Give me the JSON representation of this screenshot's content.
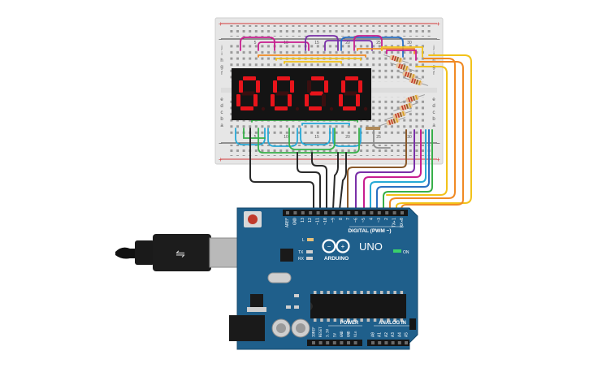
{
  "display": {
    "digits": [
      "0",
      "0",
      "2",
      "0"
    ],
    "on_color": "#e8141b",
    "off_color": "#3a0f10",
    "body_color": "#141414"
  },
  "breadboard": {
    "row_letters_top": [
      "j",
      "i",
      "h",
      "g",
      "f"
    ],
    "row_letters_bottom": [
      "e",
      "d",
      "c",
      "b",
      "a"
    ],
    "column_numbers": [
      "5",
      "10",
      "15",
      "20",
      "25",
      "30"
    ],
    "plus_sign": "+",
    "minus_sign": "−"
  },
  "arduino": {
    "brand": "ARDUINO",
    "model": "UNO",
    "digital_label": "DIGITAL (PWM ~)",
    "power_label": "POWER",
    "analog_label": "ANALOG IN",
    "on_label": "ON",
    "tx_label": "TX",
    "rx_label": "RX",
    "l_label": "L",
    "top_pins": [
      "AREF",
      "GND",
      "13",
      "12",
      "~11",
      "~10",
      "~9",
      "8",
      "7",
      "~6",
      "~5",
      "4",
      "~3",
      "2",
      "TX▸1",
      "RX◂0"
    ],
    "power_pins": [
      "IOREF",
      "RESET",
      "3.3V",
      "5V",
      "GND",
      "GND",
      "Vin"
    ],
    "analog_pins": [
      "A0",
      "A1",
      "A2",
      "A3",
      "A4",
      "A5"
    ],
    "board_color": "#1f5f8b"
  },
  "wire_colors": {
    "magenta": "#c81e8f",
    "purple": "#7a2fa8",
    "orange": "#f08a24",
    "yellow": "#f2c21a",
    "green": "#38b04a",
    "cyan": "#27a9d6",
    "blue": "#2a6fc2",
    "black": "#2a2a2a",
    "brown": "#8a5a2b",
    "gray": "#8f8f8f"
  }
}
